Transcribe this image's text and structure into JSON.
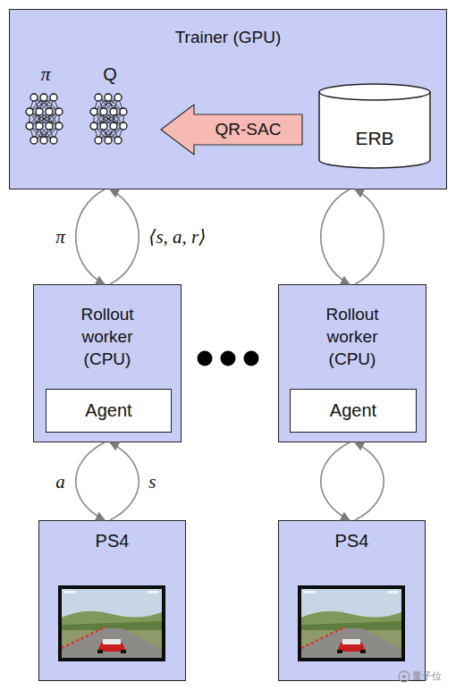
{
  "diagram": {
    "nodes": [
      {
        "text": [
          "Trainer (GPU)"
        ]
      },
      {
        "text": [
          "π"
        ],
        "in": 0
      },
      {
        "text": [
          "Q"
        ],
        "in": 0
      },
      {
        "text": [
          "QR-SAC"
        ],
        "in": 0
      },
      {
        "text": [
          "ERB"
        ],
        "in": 0
      },
      {
        "text": [
          "Rollout worker (CPU)"
        ]
      },
      {
        "text": [
          "Agent"
        ],
        "in": 5
      },
      {
        "text": [
          "Rollout worker (CPU)"
        ]
      },
      {
        "text": [
          "Agent"
        ],
        "in": 7
      },
      {
        "text": [
          "PS4"
        ]
      },
      {
        "text": [
          "PS4"
        ]
      }
    ],
    "edges": [
      {
        "from": 0,
        "to": 5,
        "label": "π",
        "arrow": "to"
      },
      {
        "from": 5,
        "to": 0,
        "label": "⟨s, a, r⟩",
        "arrow": "to"
      },
      {
        "from": 0,
        "to": 7,
        "arrow": "to"
      },
      {
        "from": 7,
        "to": 0,
        "arrow": "to"
      },
      {
        "from": 5,
        "to": 9,
        "label": "a",
        "arrow": "to"
      },
      {
        "from": 9,
        "to": 5,
        "label": "s",
        "arrow": "to"
      },
      {
        "from": 7,
        "to": 10,
        "arrow": "to"
      },
      {
        "from": 10,
        "to": 7,
        "arrow": "to"
      }
    ],
    "labels": [
      "量子位"
    ]
  }
}
